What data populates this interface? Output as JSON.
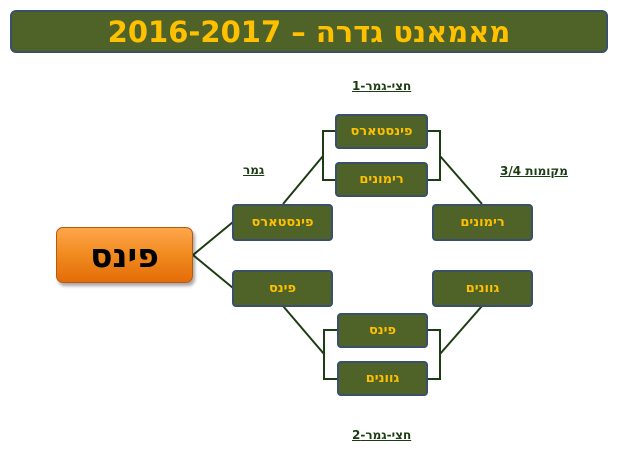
{
  "title": "מאמאנט גדרה – 2016-2017",
  "labels": {
    "semi1": "חצי-גמר-1",
    "semi2": "חצי-גמר-2",
    "final": "גמר",
    "third": "מקומות 3/4"
  },
  "semi1": {
    "top": "פינסטארס",
    "bottom": "רימונים"
  },
  "semi2": {
    "top": "פינס",
    "bottom": "גוונים"
  },
  "final": {
    "top": "פינסטארס",
    "bottom": "פינס"
  },
  "third_place": {
    "top": "רימונים",
    "bottom": "גוונים"
  },
  "champion": "פינס",
  "colors": {
    "box_fill": "#4f6228",
    "box_text": "#ffc000",
    "line": "#1c3d13",
    "winner_fill": "#f08a1e"
  }
}
